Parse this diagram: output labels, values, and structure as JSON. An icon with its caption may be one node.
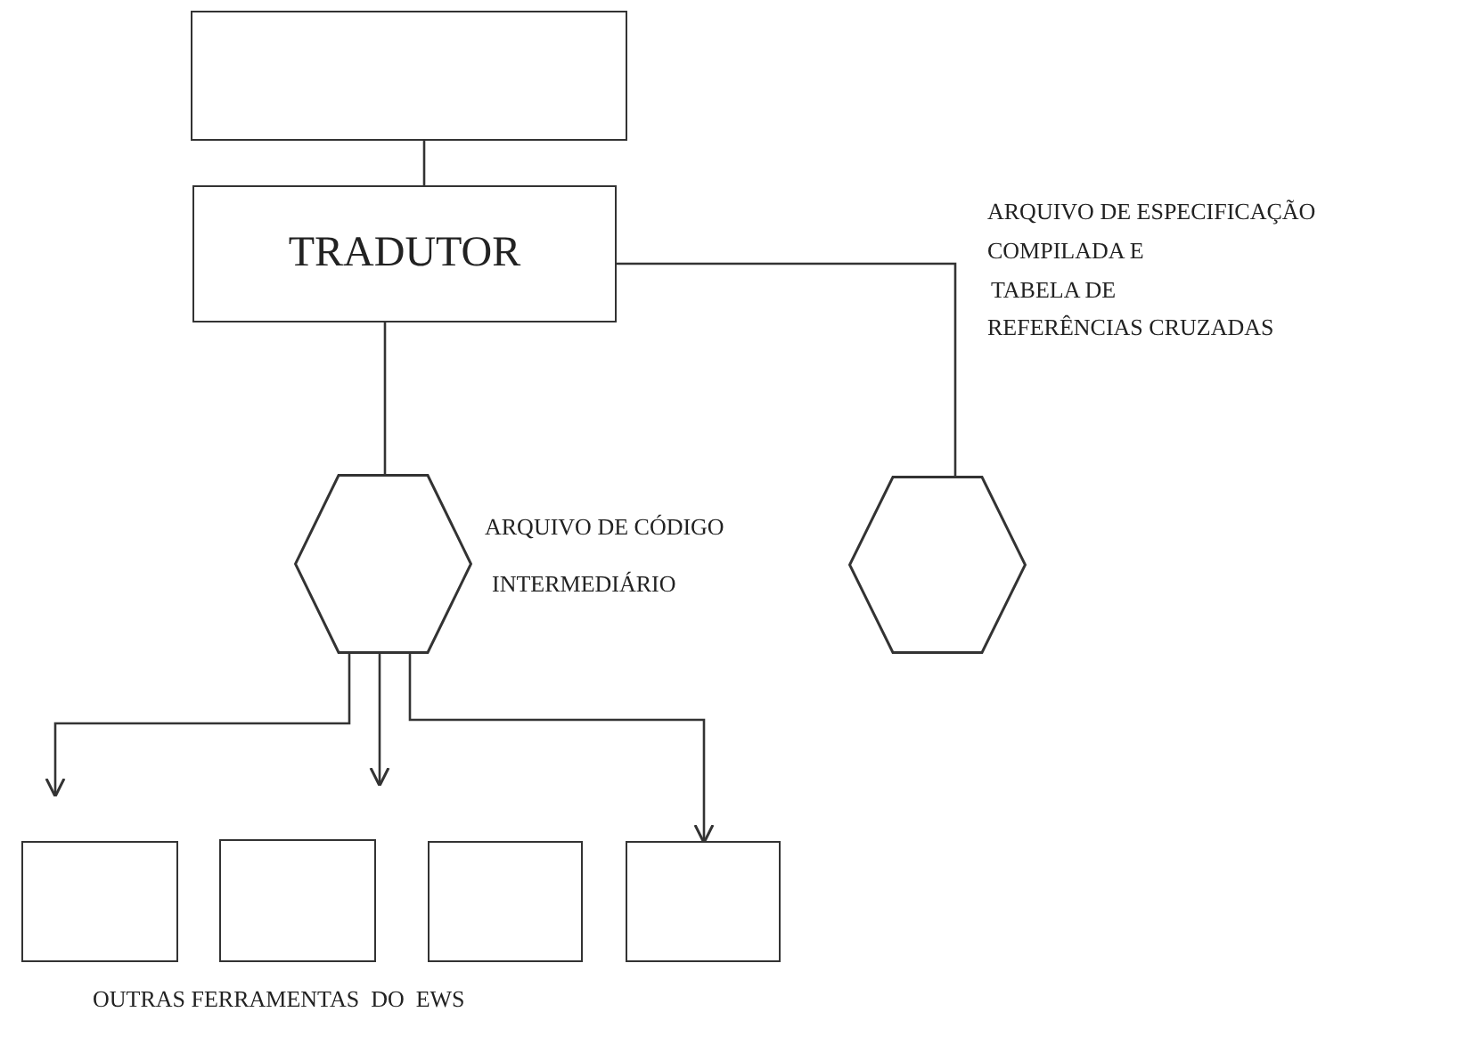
{
  "diagram": {
    "nodes": [
      {
        "text": [],
        "shape": "box"
      },
      {
        "text": [
          "TRADUTOR"
        ]
      },
      {
        "text": [],
        "shape": "hexagon",
        "beside": [
          "ARQUIVO DE CÓDIGO",
          "INTERMEDIÁRIO"
        ]
      },
      {
        "text": [],
        "shape": "hexagon",
        "beside": [
          "ARQUIVO DE ESPECIFICAÇÃO",
          "COMPILADA E",
          "TABELA DE",
          "REFERÊNCIAS CRUZADAS"
        ]
      },
      {
        "text": [],
        "shape": "box"
      },
      {
        "text": [],
        "shape": "box"
      },
      {
        "text": [],
        "shape": "box"
      },
      {
        "text": [],
        "shape": "box"
      }
    ],
    "edges": [
      {
        "from": 0,
        "to": 1,
        "arrow": "none"
      },
      {
        "from": 1,
        "to": 2,
        "arrow": "none"
      },
      {
        "from": 1,
        "to": 3,
        "arrow": "none"
      },
      {
        "from": 2,
        "to": null,
        "arrow": "to"
      },
      {
        "from": 2,
        "to": null,
        "arrow": "to"
      },
      {
        "from": 2,
        "to": 7,
        "arrow": "to"
      }
    ],
    "labels": [
      "OUTRAS FERRAMENTAS  DO  EWS"
    ]
  }
}
